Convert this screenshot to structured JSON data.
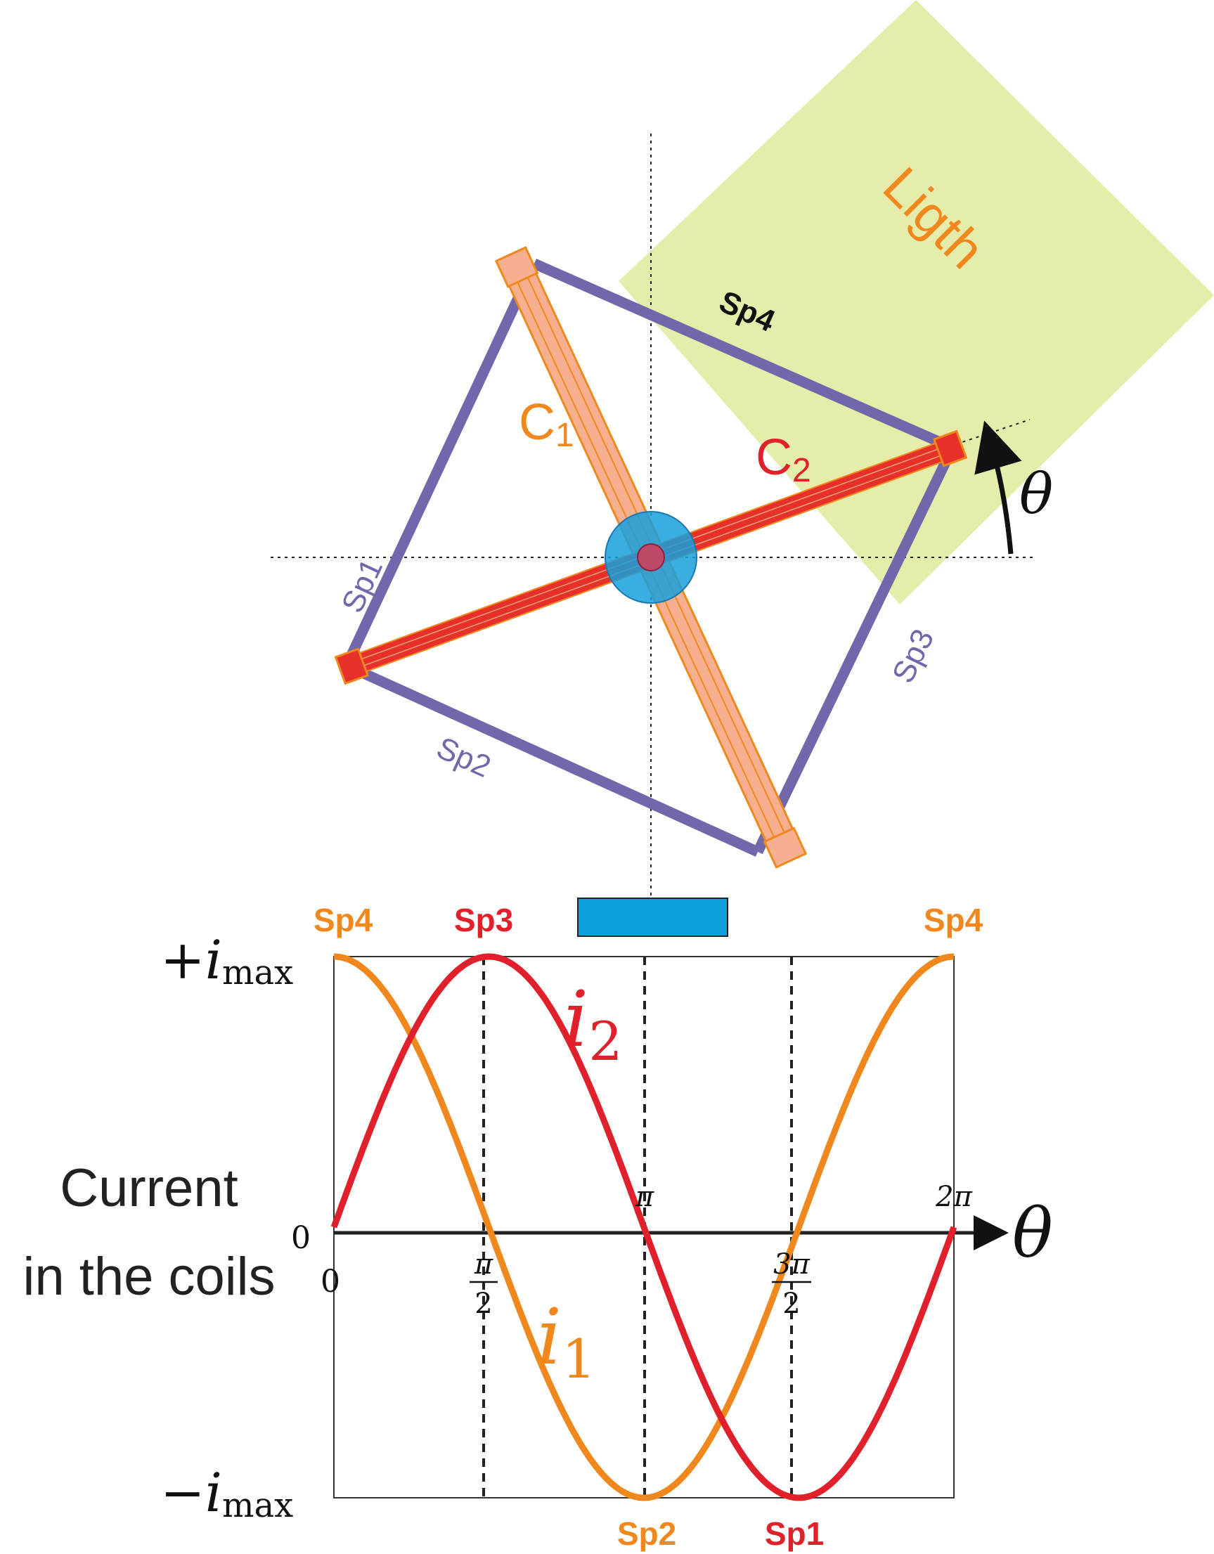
{
  "colors": {
    "orange": "#f0881e",
    "red": "#e0202a",
    "purple": "#7068aa",
    "light": "#e6ecaa",
    "blue": "#18a0dc",
    "axis": "#222222"
  },
  "diagram": {
    "light_label": "Ligth",
    "angle_label": "θ",
    "coil1": {
      "letter": "C",
      "sub": "1"
    },
    "coil2": {
      "letter": "C",
      "sub": "2"
    },
    "panels": [
      "Sp1",
      "Sp2",
      "Sp3",
      "Sp4"
    ]
  },
  "chart_data": {
    "type": "line",
    "x_start": 0,
    "x_end": 6.2832,
    "ylim": [
      -1,
      1
    ],
    "series": [
      {
        "name": "i1",
        "color": "#f0881e",
        "function": "cos(theta)",
        "label_main": "i",
        "label_sub": "1"
      },
      {
        "name": "i2",
        "color": "#e0202a",
        "function": "sin(theta)",
        "label_main": "i",
        "label_sub": "2"
      }
    ],
    "y_tick_labels": {
      "top": {
        "sign": "+",
        "var": "i",
        "sub": "max"
      },
      "zero": "0",
      "bottom": {
        "sign": "−",
        "var": "i",
        "sub": "max"
      }
    },
    "x_tick_labels": {
      "origin": "0",
      "half_pi": {
        "num": "π",
        "den": "2"
      },
      "pi": "π",
      "three_half_pi": {
        "num": "3π",
        "den": "2"
      },
      "two_pi": "2π"
    },
    "x_axis_label": "θ",
    "y_axis_label": [
      "Current",
      "in the coils"
    ],
    "peak_labels": {
      "top": [
        "Sp4",
        "Sp3",
        "Sp4"
      ],
      "bottom": [
        "Sp2",
        "Sp1"
      ]
    }
  }
}
